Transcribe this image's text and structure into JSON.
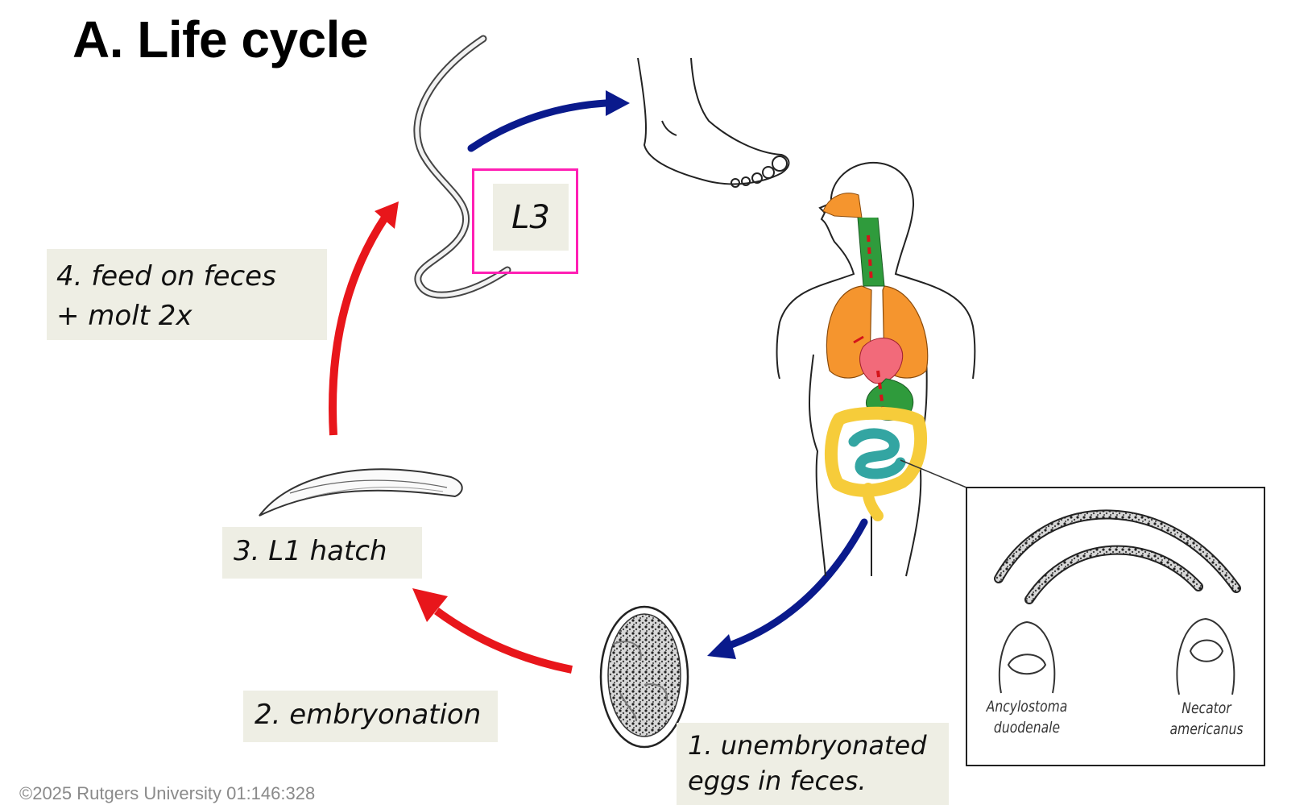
{
  "title": "A.  Life cycle",
  "stage_label": "L3",
  "steps": {
    "step1": [
      "1. unembryonated",
      "eggs in feces."
    ],
    "step2": "2. embryonation",
    "step3": "3. L1 hatch",
    "step4": [
      "4. feed on feces",
      "+ molt 2x"
    ]
  },
  "species": {
    "left": [
      "Ancylostoma",
      "duodenale"
    ],
    "right": [
      "Necator",
      "americanus"
    ]
  },
  "copyright": "©2025 Rutgers University 01:146:328",
  "colors": {
    "arrow_blue": "#0a1a8c",
    "arrow_red": "#e8161b",
    "highlight": "#ff1fb4",
    "note_bg": "#eeeee4",
    "lungs": "#f5952e",
    "heart": "#f26a7a",
    "stomach": "#2f9b3c",
    "small_intestine": "#33a5a2",
    "large_intestine": "#f6cc3a"
  },
  "icons": [
    "filariform-larva-icon",
    "foot-icon",
    "human-body-icon",
    "egg-icon",
    "rhabditiform-larva-icon",
    "adult-worms-icon"
  ]
}
